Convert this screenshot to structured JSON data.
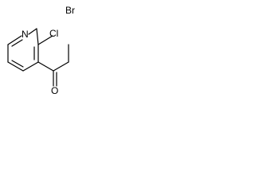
{
  "molecule": {
    "atoms": {
      "bromine": "Br",
      "chlorine": "Cl",
      "nitrogen": "N",
      "oxygen": "O"
    },
    "colors": {
      "bond": "#000000",
      "label": "#000000",
      "background": "#ffffff"
    }
  }
}
